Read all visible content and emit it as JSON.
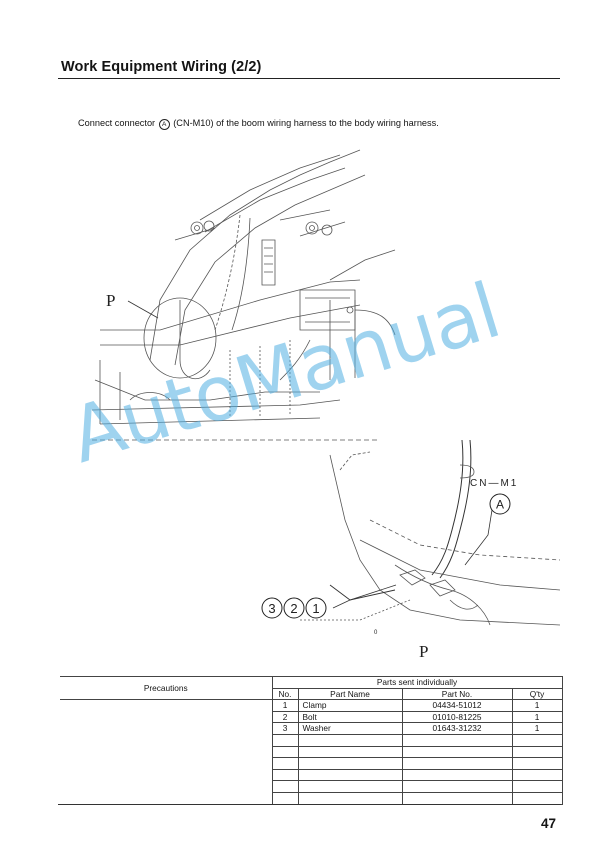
{
  "header": {
    "title": "Work Equipment Wiring (2/2)"
  },
  "instruction": {
    "before": "Connect connector",
    "circled": "A",
    "after": "(CN-M10) of the boom wiring harness to the body wiring harness."
  },
  "figure": {
    "label_p_main": "P",
    "label_p_detail": "P",
    "connector_label": "CN—M1",
    "callout_a": "A",
    "callout_parts": [
      "3",
      "2",
      "1"
    ],
    "mark_zero": "0"
  },
  "watermark": "AutoManual",
  "parts_table": {
    "precautions_header": "Precautions",
    "group_header": "Parts sent individually",
    "columns": [
      "No.",
      "Part Name",
      "Part No.",
      "Q'ty"
    ],
    "rows": [
      {
        "no": "1",
        "name": "Clamp",
        "part_no": "04434-51012",
        "qty": "1"
      },
      {
        "no": "2",
        "name": "Bolt",
        "part_no": "01010-81225",
        "qty": "1"
      },
      {
        "no": "3",
        "name": "Washer",
        "part_no": "01643-31232",
        "qty": "1"
      }
    ]
  },
  "page_number": "47"
}
